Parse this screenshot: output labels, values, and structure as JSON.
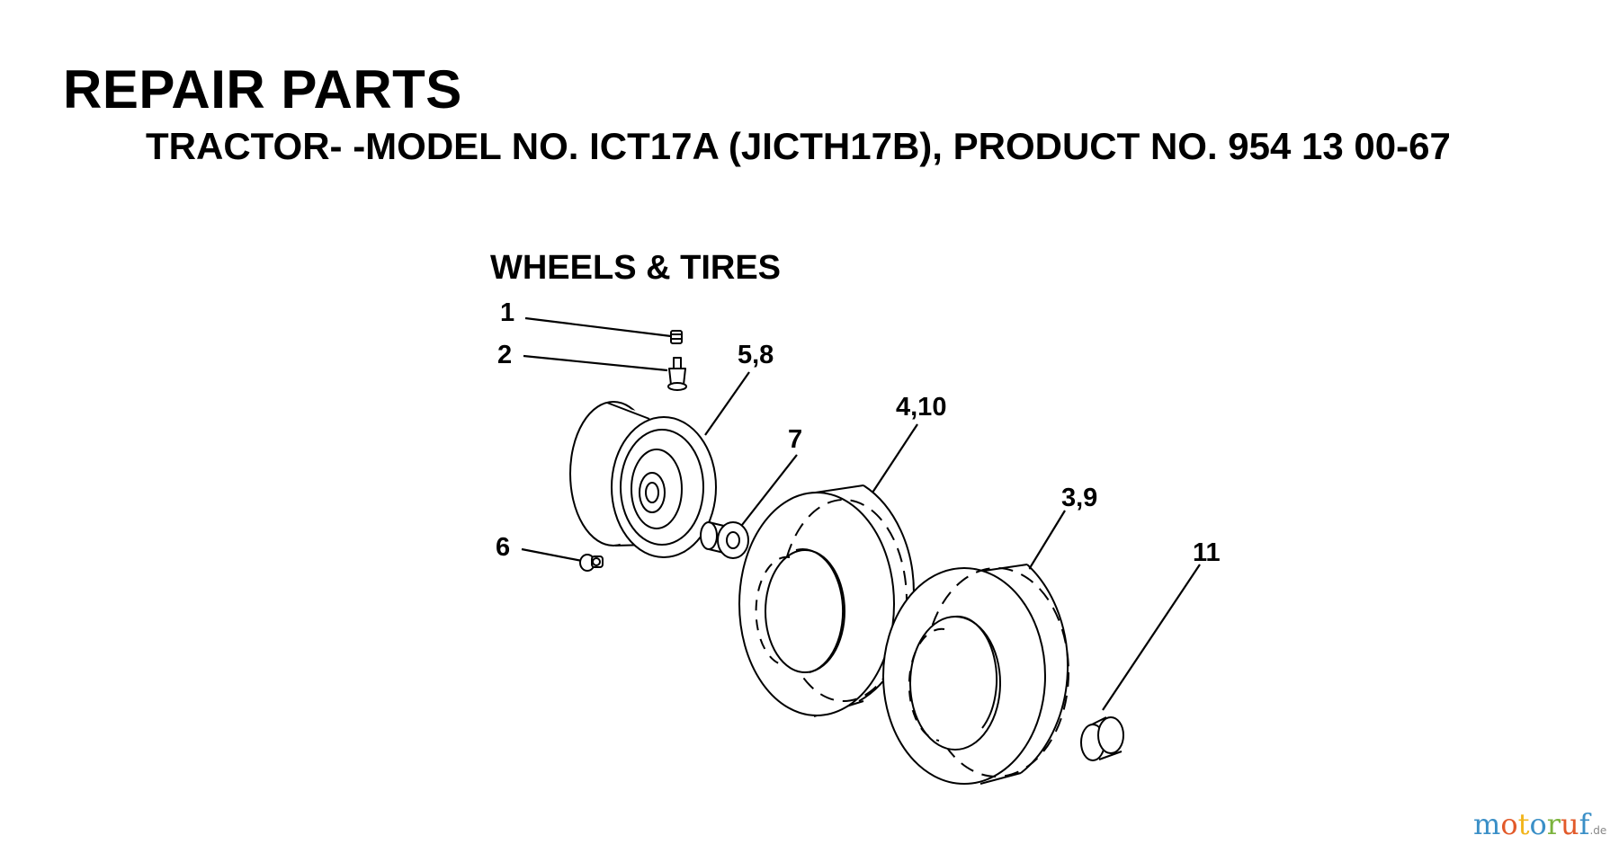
{
  "header": {
    "title": "REPAIR PARTS",
    "subtitle": "TRACTOR- -MODEL NO. ICT17A (JICTH17B), PRODUCT NO. 954 13 00-67"
  },
  "section_title": "WHEELS & TIRES",
  "callouts": {
    "valve_cap": "1",
    "valve_stem": "2",
    "rim": "5,8",
    "bearing": "7",
    "tire_inner": "4,10",
    "tire_outer": "3,9",
    "fitting": "6",
    "cap": "11"
  },
  "watermark": {
    "text": "motoruf",
    "tld": ".de",
    "colors": [
      "#3a8fc7",
      "#e25a2a",
      "#f2b51c",
      "#3a8fc7",
      "#7bb33d",
      "#e25a2a",
      "#3a8fc7"
    ]
  }
}
